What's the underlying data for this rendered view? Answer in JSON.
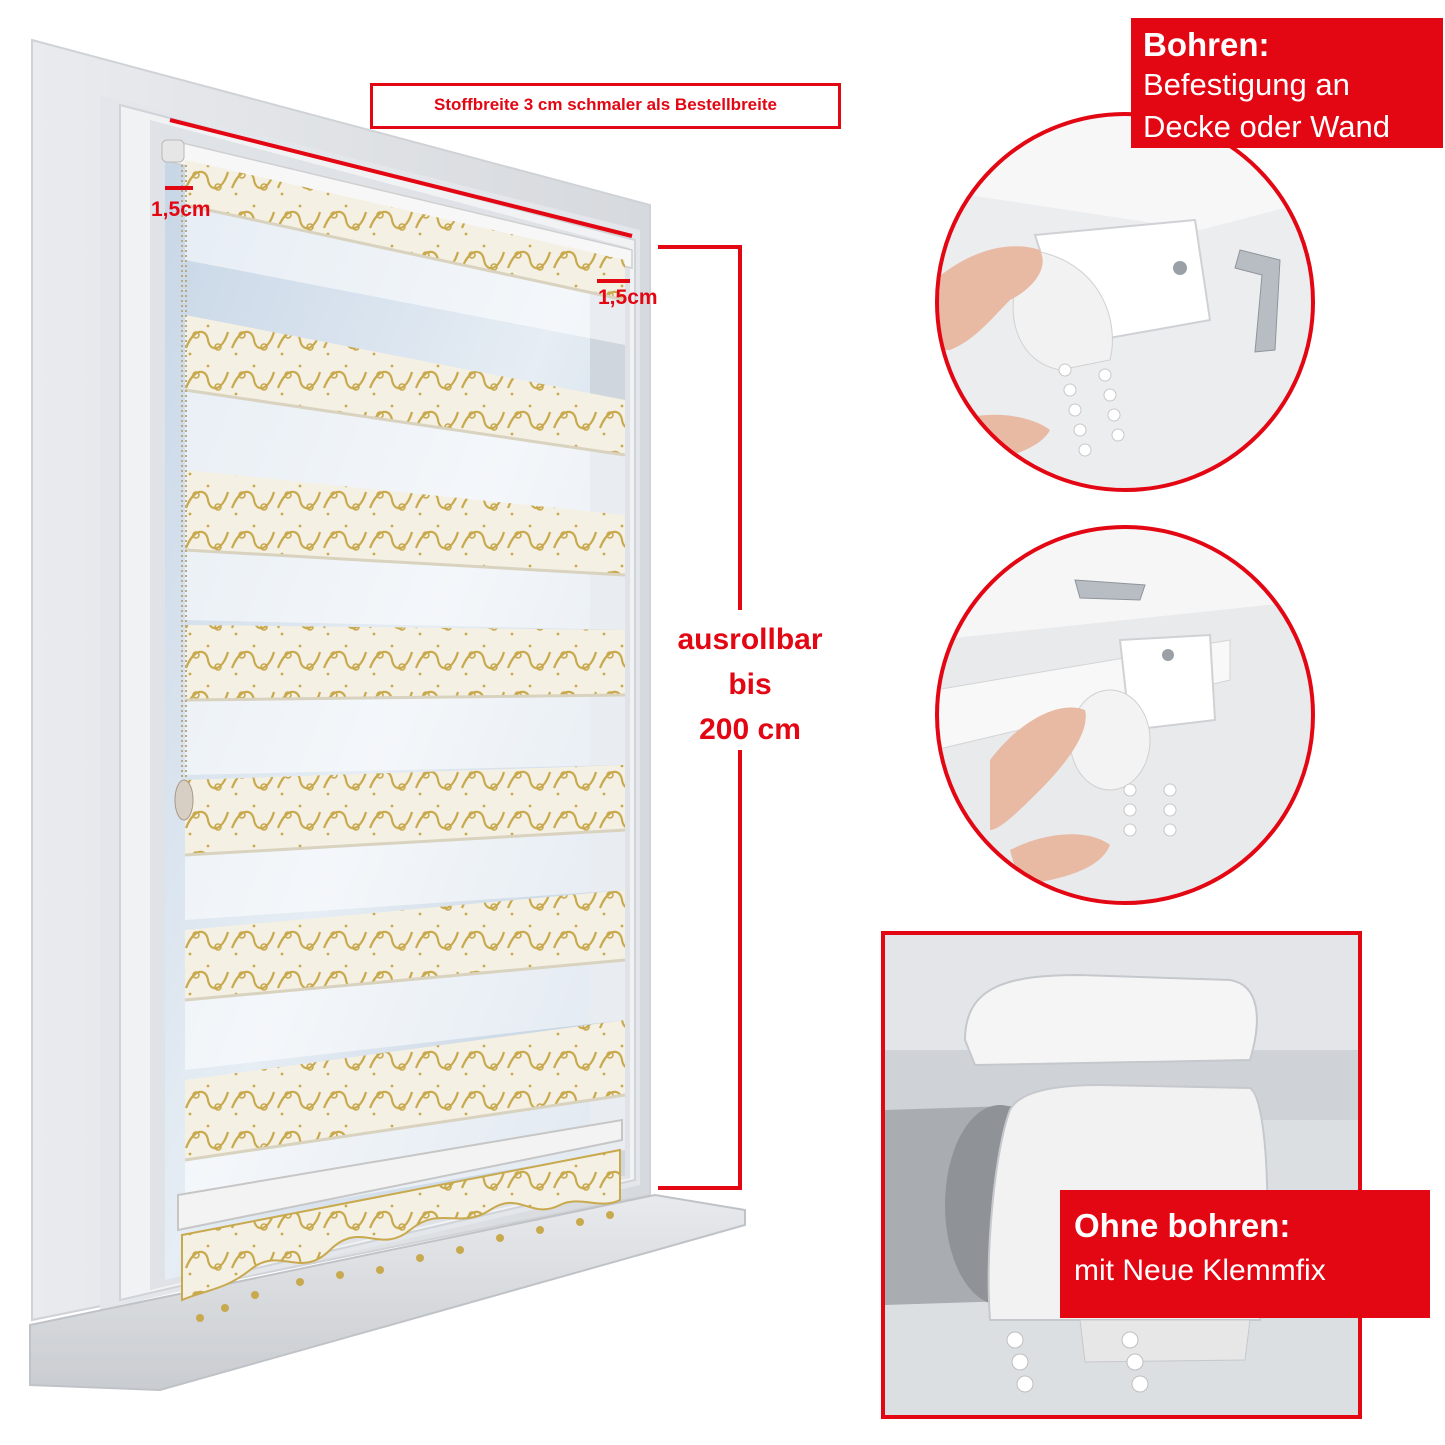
{
  "labels": {
    "fabric_width_note": "Stoffbreite 3 cm schmaler als Bestellbreite",
    "margin_left": "1,5cm",
    "margin_right": "1,5cm",
    "height_line1": "ausrollbar",
    "height_line2": "bis",
    "height_line3": "200 cm"
  },
  "drilling": {
    "title": "Bohren:",
    "line1": "Befestigung an",
    "line2": "Decke oder Wand"
  },
  "no_drilling": {
    "title": "Ohne bohren:",
    "line1": "mit Neue Klemmfix"
  },
  "colors": {
    "accent_red": "#e30613",
    "gold_pattern": "#c9a94e",
    "frame_grey": "#dfe2e6"
  }
}
